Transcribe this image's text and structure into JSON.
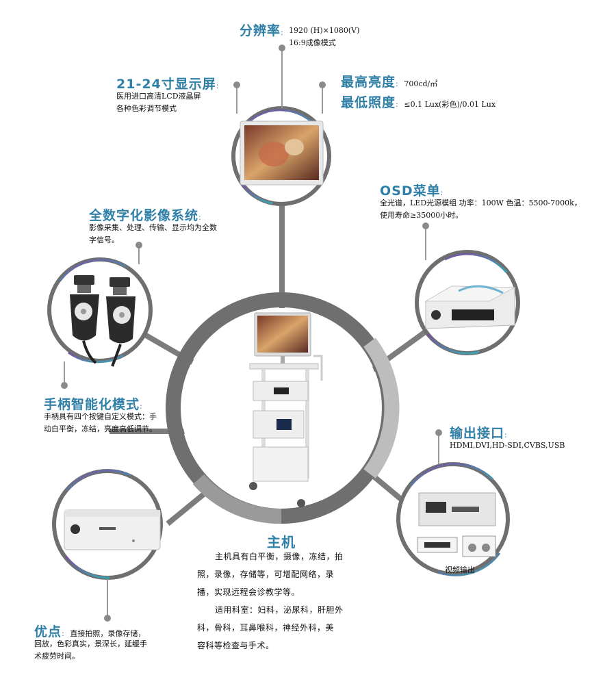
{
  "resolution": {
    "title": "分辨率",
    "line1": "1920 (H)×1080(V)",
    "line2": "16:9成像模式"
  },
  "display": {
    "title": "21-24寸显示屏",
    "line1": "医用进口高清LCD液晶屏",
    "line2": "各种色彩调节模式"
  },
  "brightness": {
    "max_title": "最高亮度",
    "max_value": "700cd/㎡",
    "min_title": "最低照度",
    "min_value": "≤0.1 Lux(彩色)/0.01 Lux"
  },
  "osd": {
    "title": "OSD菜单",
    "line1": "全光谱，LED光源模组 功率：100W  色温：5500-7000k，",
    "line2": "使用寿命≥35000小时。"
  },
  "digital": {
    "title": "全数字化影像系统",
    "line1": "影像采集、处理、传输、显示均为全数",
    "line2": "字信号。"
  },
  "handle": {
    "title": "手柄智能化模式",
    "line1": "手柄具有四个按键自定义模式：手",
    "line2": "动白平衡，冻结，亮度高低调节。"
  },
  "output": {
    "title": "输出接口",
    "line1": "HDMI,DVI,HD-SDI,CVBS,USB",
    "caption": "视频输出"
  },
  "host": {
    "title": "主机",
    "para1": [
      "主机具有白平衡，摄像，冻结，拍",
      "照，录像，存储等，可增配网络，录",
      "播，实现远程会诊教学等。"
    ],
    "para2": [
      "适用科室：妇科，泌尿科，肝胆外",
      "科，骨科，耳鼻喉科，神经外科，美",
      "容科等检查与手术。"
    ]
  },
  "advantage": {
    "title": "优点",
    "line1": "直接拍照，录像存储，",
    "line2": "回放，色彩真实，景深长，延缓手",
    "line3": "术疲劳时间。"
  }
}
